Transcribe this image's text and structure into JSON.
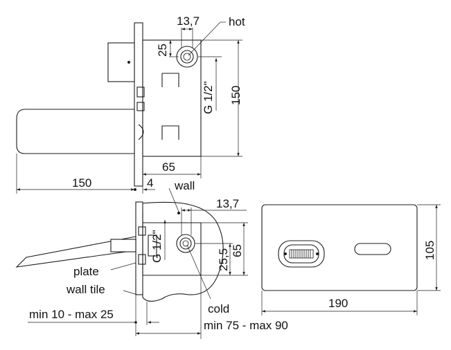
{
  "labels": {
    "hot": "hot",
    "cold": "cold",
    "wall": "wall",
    "plate": "plate",
    "wall_tile": "wall tile"
  },
  "dimensions": {
    "top_width_13_7": "13,7",
    "top_offset_25": "25",
    "top_thread": "G 1/2\"",
    "top_height_150": "150",
    "top_body_65": "65",
    "top_spout_150": "150",
    "top_plate_4": "4",
    "side_width_13_7": "13,7",
    "side_thread": "G 1/2\"",
    "side_25_5": "25,5",
    "side_65": "65",
    "side_min_max_tile": "min 10 - max 25",
    "side_min_max_depth": "min 75 - max 90",
    "front_height_105": "105",
    "front_width_190": "190"
  }
}
